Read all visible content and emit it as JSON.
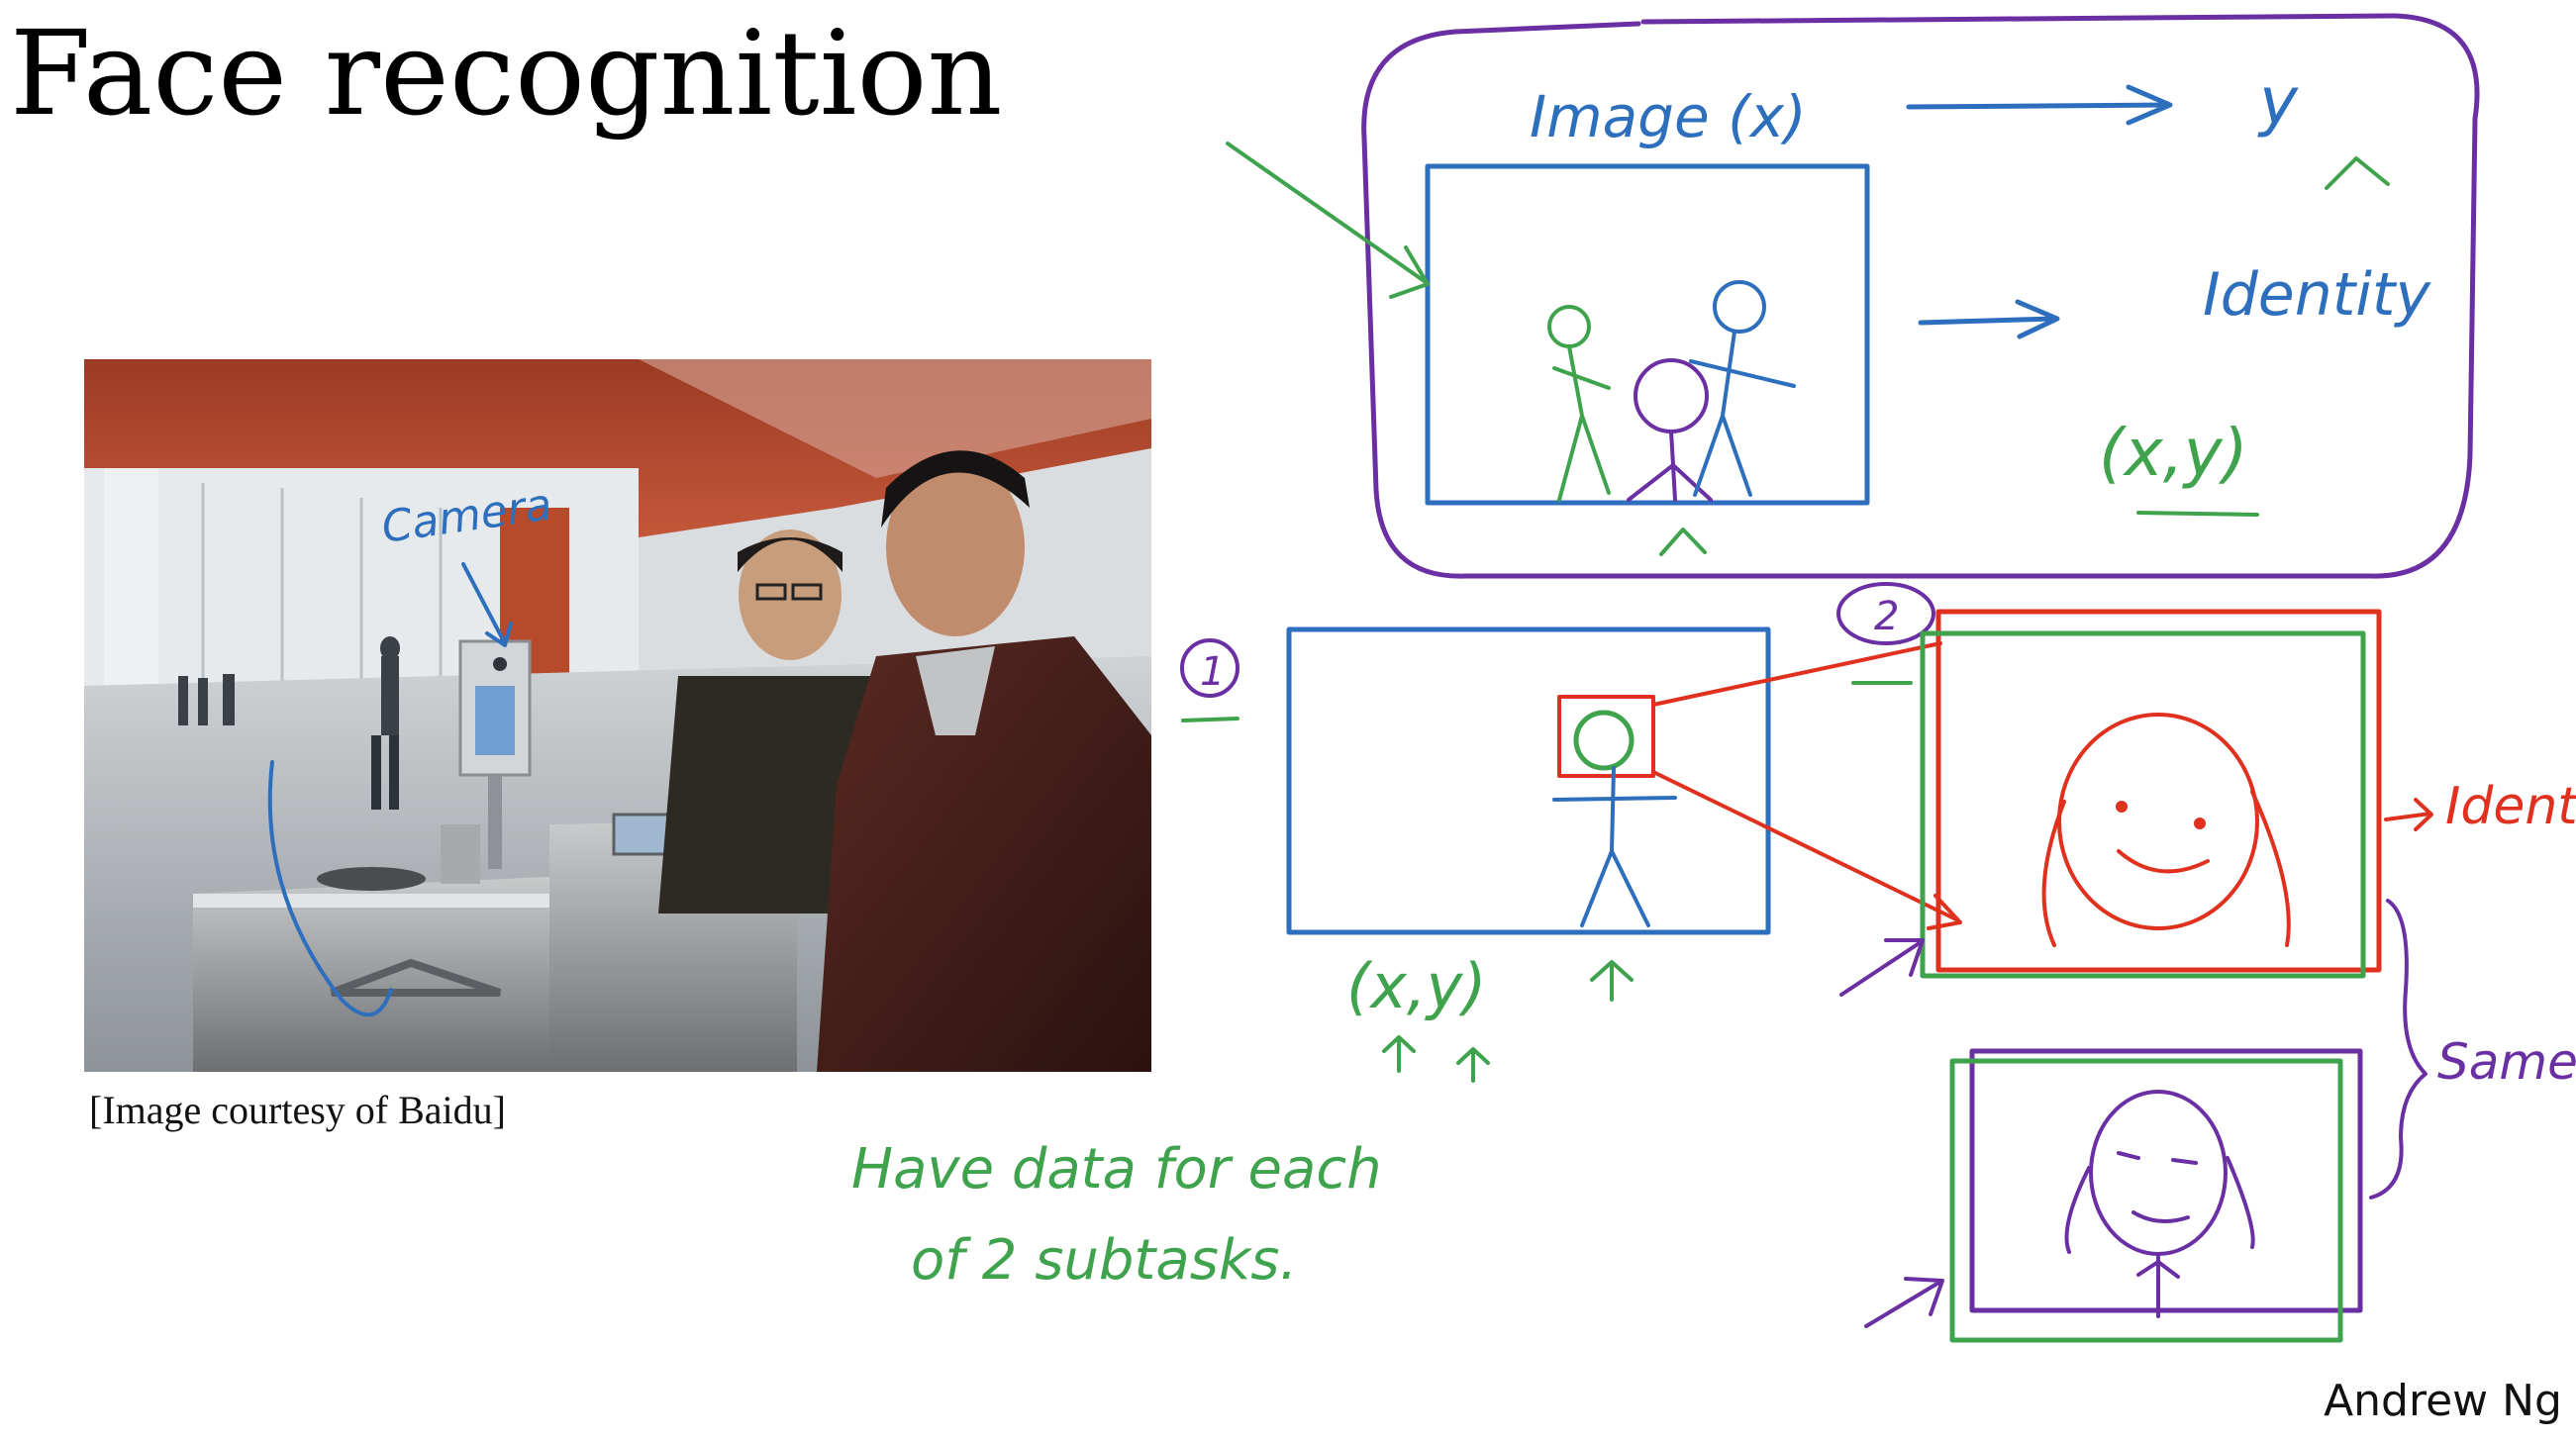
{
  "slide": {
    "title": "Face recognition",
    "caption": "[Image courtesy of Baidu]",
    "author": "Andrew Ng"
  },
  "annotations": {
    "camera": "Camera",
    "image_x": "Image (x)",
    "y": "y",
    "identity_top": "Identity",
    "xy_top": "(x,y)",
    "step_1": "1",
    "step_2": "2",
    "xy_bottom": "(x,y)",
    "identity_right": "Identity",
    "same_person": "Same person?",
    "note_line1": "Have data for each",
    "note_line2": "of 2 subtasks."
  },
  "colors": {
    "blue": "#2e6fbd",
    "green": "#3fa34d",
    "red": "#e0311f",
    "purple": "#6a2fa3"
  }
}
